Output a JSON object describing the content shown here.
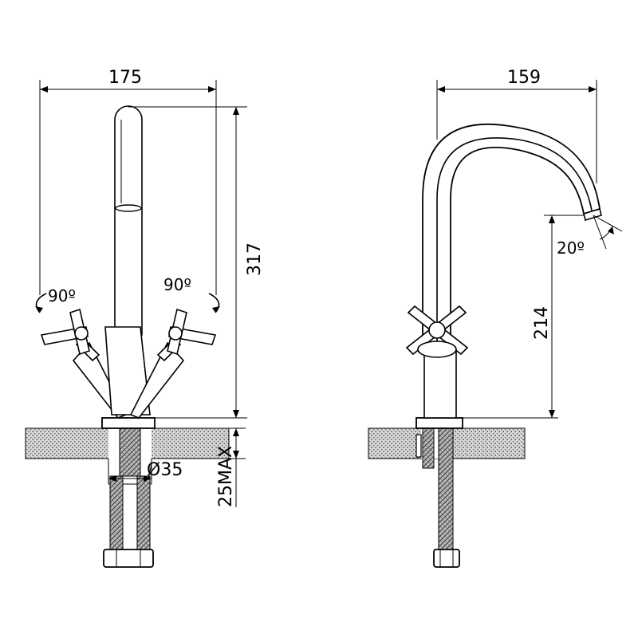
{
  "front_view": {
    "width_label": "175",
    "height_label": "317",
    "left_rotation_label": "90º",
    "right_rotation_label": "90º",
    "deck_label": "25MAX",
    "hole_label": "Ø35"
  },
  "side_view": {
    "reach_label": "159",
    "spout_height_label": "214",
    "spout_angle_label": "20º"
  }
}
